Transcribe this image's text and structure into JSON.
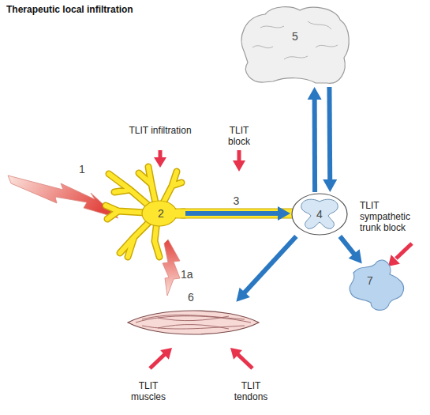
{
  "diagram": {
    "title": "Therapeutic local infiltration",
    "nodes": [
      {
        "text": [
          "5"
        ]
      },
      {
        "text": [
          "2"
        ]
      },
      {
        "text": [
          "4"
        ]
      },
      {
        "text": [
          "7"
        ]
      },
      {
        "text": [
          "6"
        ]
      }
    ],
    "edges": [
      {
        "from": 1,
        "to": 2,
        "label": "3",
        "arrow": "to"
      },
      {
        "from": 2,
        "to": 0,
        "arrow": "to"
      },
      {
        "from": 0,
        "to": 2,
        "arrow": "to"
      },
      {
        "from": 2,
        "to": 4,
        "arrow": "to"
      },
      {
        "from": 2,
        "to": 3,
        "arrow": "to"
      }
    ],
    "labels": [
      "1",
      "1a",
      "TLIT infiltration",
      "TLIT block",
      "TLIT sympathetic trunk block",
      "TLIT muscles",
      "TLIT tendons"
    ]
  }
}
